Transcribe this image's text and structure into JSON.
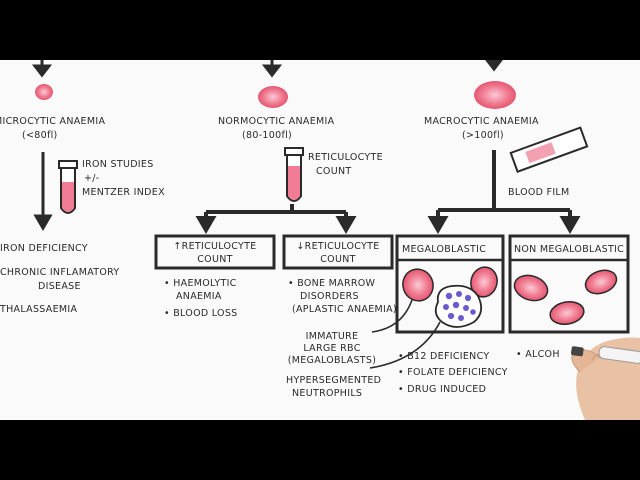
{
  "micro": {
    "title": "MICROCYTIC ANAEMIA",
    "size": "(<80fl)",
    "test1": "IRON STUDIES",
    "test2": "+/-",
    "test3": "MENTZER INDEX",
    "causes": [
      "IRON DEFICIENCY",
      "CHRONIC INFLAMATORY",
      "DISEASE",
      "THALASSAEMIA"
    ]
  },
  "normo": {
    "title": "NORMOCYTIC ANAEMIA",
    "size": "(80-100fl)",
    "test1": "RETICULOCYTE",
    "test2": "COUNT",
    "high_box": [
      "↑RETICULOCYTE",
      "COUNT"
    ],
    "low_box": [
      "↓RETICULOCYTE",
      "COUNT"
    ],
    "high_causes": [
      "• HAEMOLYTIC",
      "ANAEMIA",
      "• BLOOD LOSS"
    ],
    "low_causes": [
      "• BONE MARROW",
      "DISORDERS",
      "(APLASTIC ANAEMIA)"
    ]
  },
  "macro": {
    "title": "MACROCYTIC ANAEMIA",
    "size": "(>100fl)",
    "test": "BLOOD FILM",
    "mega_box": "MEGALOBLASTIC",
    "nonmega_box": "NON MEGALOBLASTIC",
    "annot1": [
      "IMMATURE",
      "LARGE RBC",
      "(MEGALOBLASTS)"
    ],
    "annot2": [
      "HYPERSEGMENTED",
      "NEUTROPHILS"
    ],
    "mega_causes": [
      "• B12 DEFICIENCY",
      "• FOLATE DEFICIENCY",
      "• DRUG INDUCED"
    ],
    "nonmega_causes": [
      "• ALCOH"
    ]
  },
  "colors": {
    "ink": "#2a2a2a",
    "rbc": "#e85570",
    "rbc_light": "#f7a8b8",
    "nucleus": "#6a5acd",
    "board": "#fafafa"
  }
}
